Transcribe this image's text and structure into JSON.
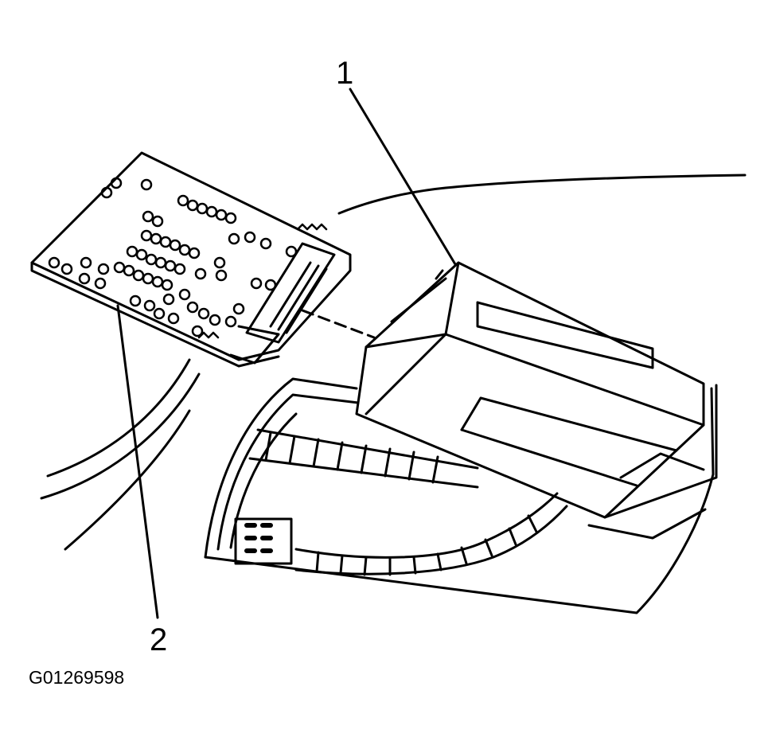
{
  "diagram": {
    "callouts": [
      {
        "label": "1"
      },
      {
        "label": "2"
      }
    ],
    "figure_id": "G01269598"
  }
}
